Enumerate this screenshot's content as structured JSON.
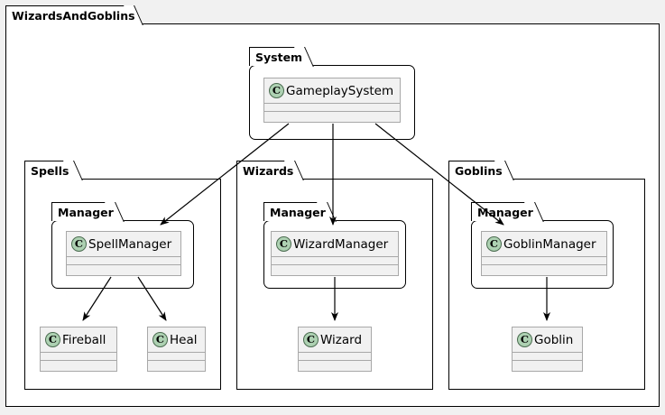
{
  "diagram": {
    "type": "uml-class-diagram",
    "background_color": "#f1f1f1",
    "package_fill": "#ffffff",
    "class_fill": "#f1f1f1",
    "class_border": "#a8a8a8",
    "class_icon_fill": "#add1b2",
    "class_icon_border": "#4a6b4f",
    "class_icon_letter": "C",
    "line_color": "#000000"
  },
  "root_package": {
    "label": "WizardsAndGoblins"
  },
  "packages": {
    "system": {
      "label": "System"
    },
    "spells": {
      "label": "Spells"
    },
    "wizards": {
      "label": "Wizards"
    },
    "goblins": {
      "label": "Goblins"
    },
    "spells_manager": {
      "label": "Manager"
    },
    "wizards_manager": {
      "label": "Manager"
    },
    "goblins_manager": {
      "label": "Manager"
    }
  },
  "classes": {
    "gameplay_system": {
      "name": "GameplaySystem",
      "icon": "class-icon",
      "stereotype": "C"
    },
    "spell_manager": {
      "name": "SpellManager",
      "icon": "class-icon",
      "stereotype": "C"
    },
    "wizard_manager": {
      "name": "WizardManager",
      "icon": "class-icon",
      "stereotype": "C"
    },
    "goblin_manager": {
      "name": "GoblinManager",
      "icon": "class-icon",
      "stereotype": "C"
    },
    "fireball": {
      "name": "Fireball",
      "icon": "class-icon",
      "stereotype": "C"
    },
    "heal": {
      "name": "Heal",
      "icon": "class-icon",
      "stereotype": "C"
    },
    "wizard": {
      "name": "Wizard",
      "icon": "class-icon",
      "stereotype": "C"
    },
    "goblin": {
      "name": "Goblin",
      "icon": "class-icon",
      "stereotype": "C"
    }
  },
  "edges": [
    {
      "from": "GameplaySystem",
      "to": "SpellManager",
      "style": "solid-arrow"
    },
    {
      "from": "GameplaySystem",
      "to": "WizardManager",
      "style": "solid-arrow"
    },
    {
      "from": "GameplaySystem",
      "to": "GoblinManager",
      "style": "solid-arrow"
    },
    {
      "from": "SpellManager",
      "to": "Fireball",
      "style": "solid-arrow"
    },
    {
      "from": "SpellManager",
      "to": "Heal",
      "style": "solid-arrow"
    },
    {
      "from": "WizardManager",
      "to": "Wizard",
      "style": "solid-arrow"
    },
    {
      "from": "GoblinManager",
      "to": "Goblin",
      "style": "solid-arrow"
    }
  ]
}
